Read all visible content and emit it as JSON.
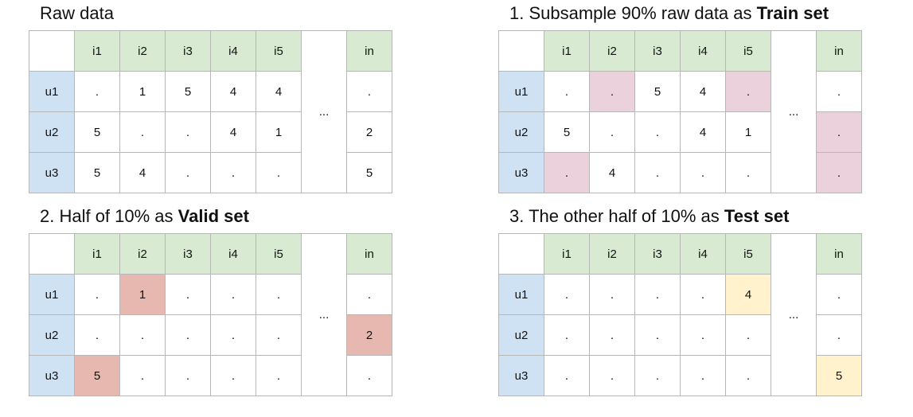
{
  "colors": {
    "header": "#d9ead3",
    "row_header": "#cfe2f3",
    "train": "#ead1dc",
    "valid": "#e6b8af",
    "test": "#fff2cc"
  },
  "columns": [
    "i1",
    "i2",
    "i3",
    "i4",
    "i5",
    "in"
  ],
  "rows": [
    "u1",
    "u2",
    "u3"
  ],
  "ellipsis": "...",
  "panels": [
    {
      "id": "raw",
      "title_plain": "Raw data",
      "title_bold": "",
      "cells": [
        [
          ".",
          "1",
          "5",
          "4",
          "4",
          "."
        ],
        [
          "5",
          ".",
          ".",
          "4",
          "1",
          "2"
        ],
        [
          "5",
          "4",
          ".",
          ".",
          ".",
          "5"
        ]
      ],
      "highlight": "",
      "highlighted": []
    },
    {
      "id": "train",
      "title_plain": "1. Subsample 90% raw data as ",
      "title_bold": "Train set",
      "cells": [
        [
          ".",
          ".",
          "5",
          "4",
          ".",
          "."
        ],
        [
          "5",
          ".",
          ".",
          "4",
          "1",
          "."
        ],
        [
          ".",
          "4",
          ".",
          ".",
          ".",
          "."
        ]
      ],
      "highlight": "train",
      "highlighted": [
        [
          0,
          1
        ],
        [
          0,
          4
        ],
        [
          1,
          5
        ],
        [
          2,
          0
        ],
        [
          2,
          5
        ]
      ]
    },
    {
      "id": "valid",
      "title_plain": "2. Half of 10% as ",
      "title_bold": "Valid set",
      "cells": [
        [
          ".",
          "1",
          ".",
          ".",
          ".",
          "."
        ],
        [
          ".",
          ".",
          ".",
          ".",
          ".",
          "2"
        ],
        [
          "5",
          ".",
          ".",
          ".",
          ".",
          "."
        ]
      ],
      "highlight": "valid",
      "highlighted": [
        [
          0,
          1
        ],
        [
          1,
          5
        ],
        [
          2,
          0
        ]
      ]
    },
    {
      "id": "test",
      "title_plain": "3. The other half of 10% as ",
      "title_bold": "Test set",
      "cells": [
        [
          ".",
          ".",
          ".",
          ".",
          "4",
          "."
        ],
        [
          ".",
          ".",
          ".",
          ".",
          ".",
          "."
        ],
        [
          ".",
          ".",
          ".",
          ".",
          ".",
          "5"
        ]
      ],
      "highlight": "test",
      "highlighted": [
        [
          0,
          4
        ],
        [
          2,
          5
        ]
      ]
    }
  ]
}
